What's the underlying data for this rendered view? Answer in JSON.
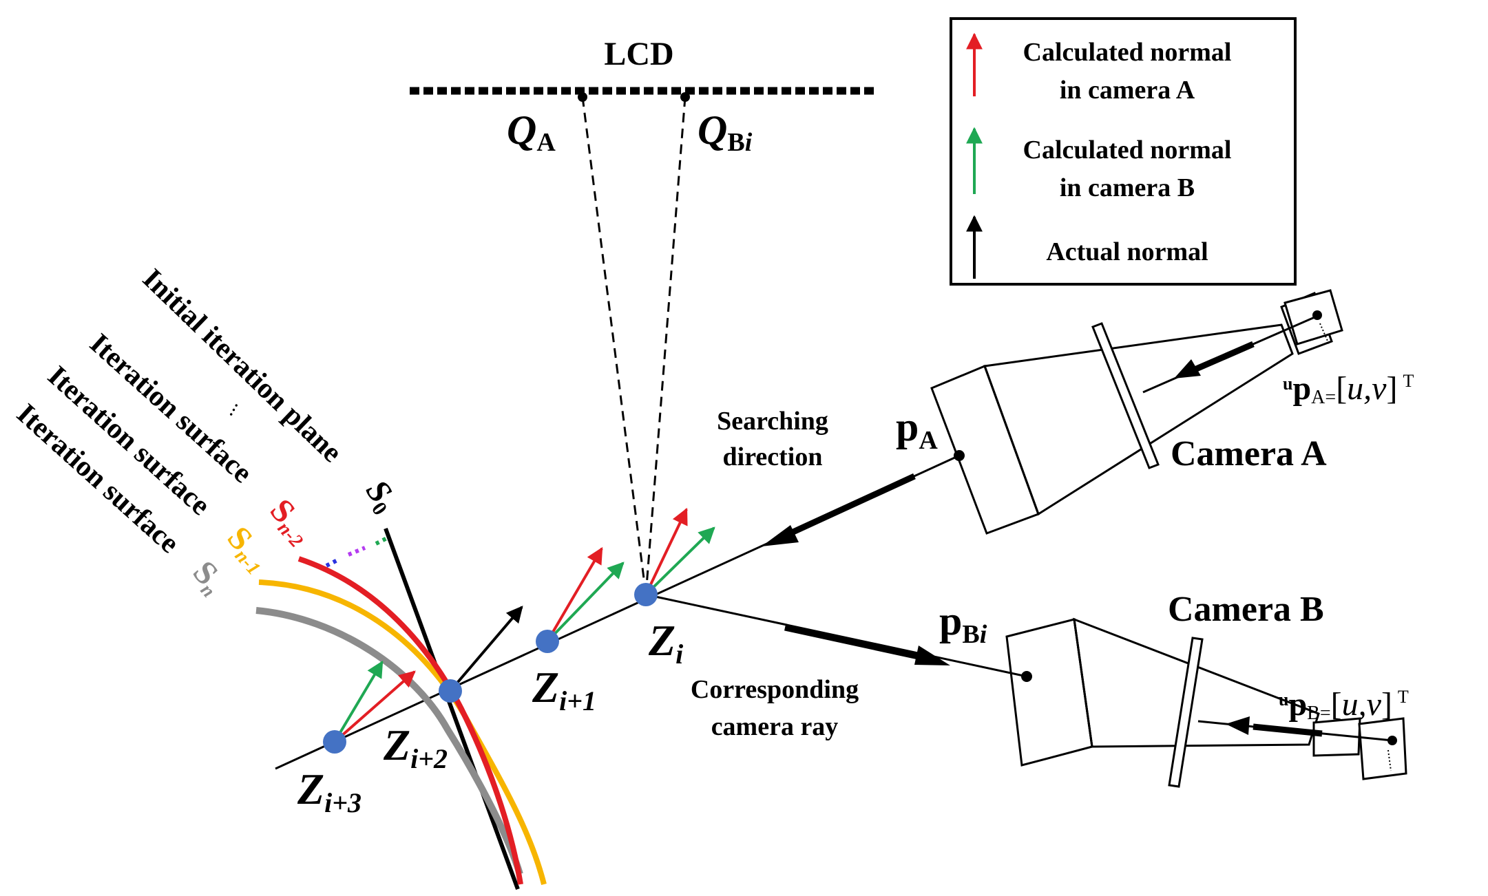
{
  "lcd": {
    "label": "LCD"
  },
  "q_a": {
    "main": "Q",
    "sub": "A"
  },
  "q_b": {
    "main": "Q",
    "sub": "B",
    "sub_i": "i"
  },
  "legend": {
    "red_line1": "Calculated normal",
    "red_line2": "in camera A",
    "green_line1": "Calculated normal",
    "green_line2": "in camera B",
    "black_label": "Actual normal"
  },
  "camera_a": {
    "label": "Camera A",
    "p_main": "p",
    "p_sub": "A",
    "formula": {
      "pre": "u",
      "p": "p",
      "sub": "A=",
      "open": "[",
      "vars": "u,v",
      "close": "]",
      "sup": "T"
    }
  },
  "camera_b": {
    "label": "Camera B",
    "p_main": "p",
    "p_sub": "B",
    "p_sub_i": "i",
    "formula": {
      "pre": "u",
      "p": "p",
      "sub": "B=",
      "open": "[",
      "vars": "u,v",
      "close": "]",
      "sup": "T"
    }
  },
  "searching": {
    "line1": "Searching",
    "line2": "direction"
  },
  "corresponding": {
    "line1": "Corresponding",
    "line2": "camera ray"
  },
  "surfaces": {
    "initial": "Initial iteration plane",
    "ellipsis": "...",
    "iter1": "Iteration surface",
    "iter2": "Iteration surface",
    "iter3": "Iteration surface"
  },
  "s_labels": {
    "s0": {
      "main": "S",
      "sub": "0"
    },
    "sn2": {
      "main": "S",
      "sub": "n-2"
    },
    "sn1": {
      "main": "S",
      "sub": "n-1"
    },
    "sn": {
      "main": "S",
      "sub": "n"
    }
  },
  "z_labels": {
    "zi": {
      "main": "Z",
      "sub": "i"
    },
    "zi1": {
      "main": "Z",
      "sub": "i+1"
    },
    "zi2": {
      "main": "Z",
      "sub": "i+2"
    },
    "zi3": {
      "main": "Z",
      "sub": "i+3"
    }
  },
  "colors": {
    "red": "#e31e24",
    "green": "#1fa853",
    "gold": "#f7b500",
    "gray": "#8c8c8c",
    "point": "#4472c4",
    "violet": "#b43cf0",
    "blue_dot": "#2b33e0",
    "black": "#000000"
  }
}
